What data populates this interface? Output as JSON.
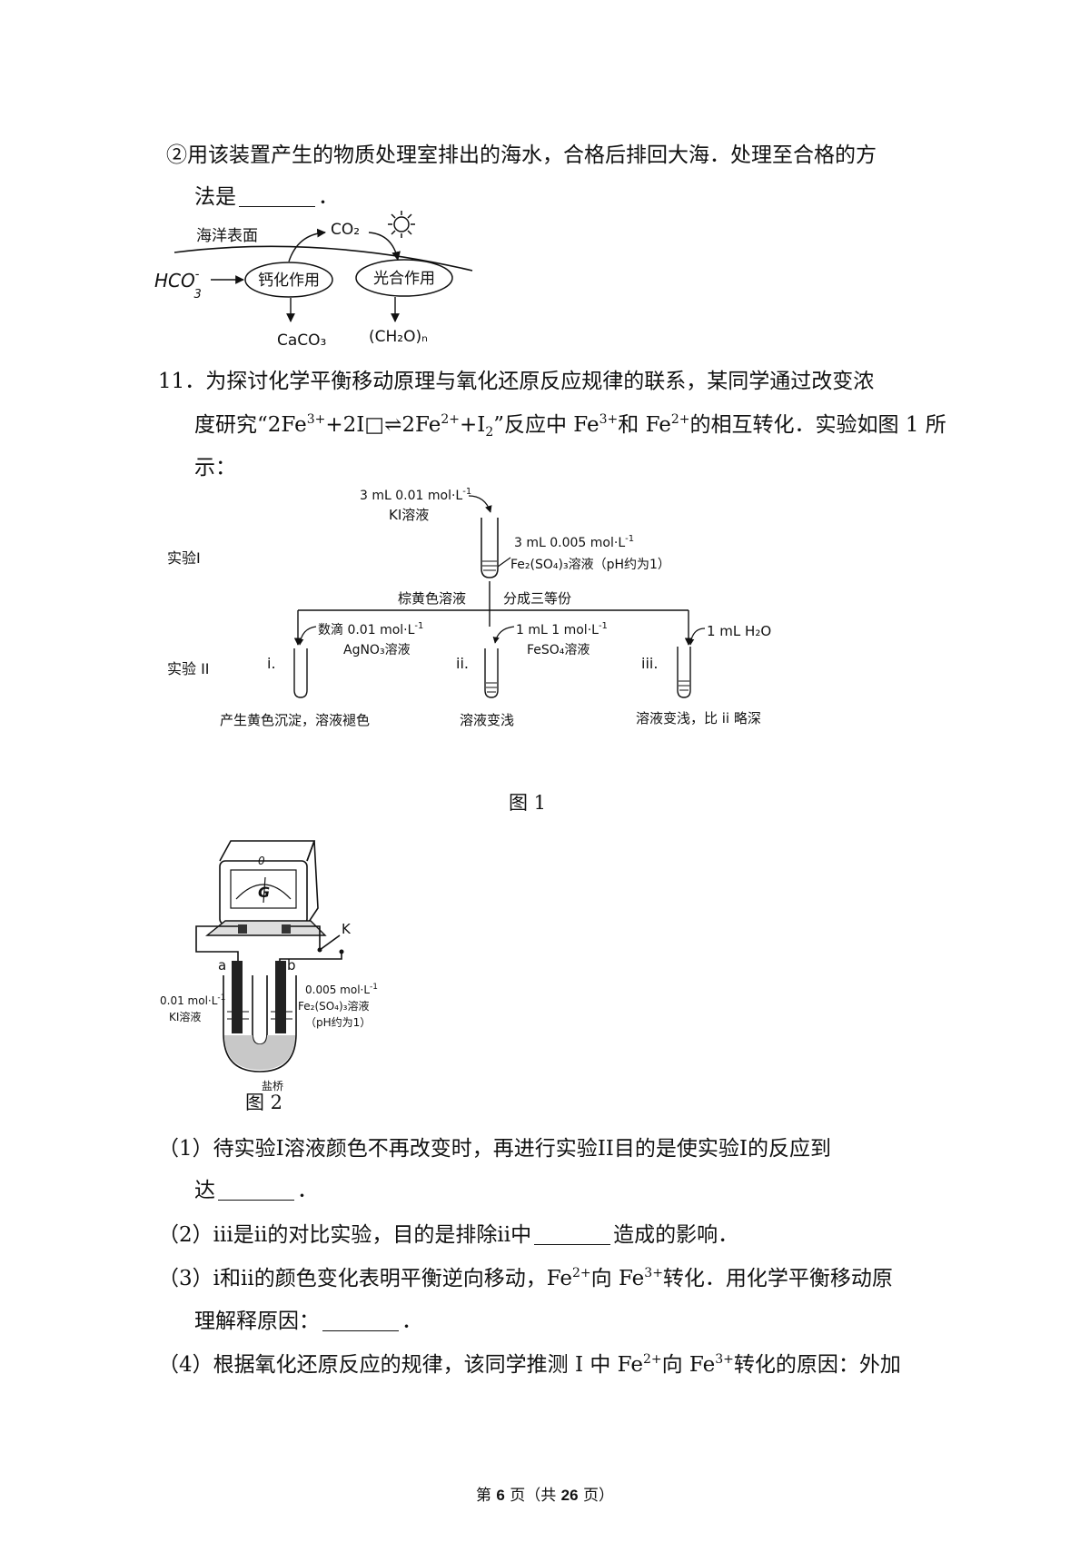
{
  "q10": {
    "item2_line1": "②用该装置产生的物质处理室排出的海水，合格后排回大海．处理至合格的方",
    "item2_line2_pre": "法是",
    "item2_line2_post": "．"
  },
  "diagram_ocean": {
    "surface": "海洋表面",
    "co2": "CO₂",
    "hco3": "HCO",
    "hco3_sup": "-",
    "hco3_sub": "3",
    "calcification": "钙化作用",
    "photosynthesis": "光合作用",
    "caco3": "CaCO₃",
    "ch2o": "(CH₂O)ₙ",
    "sun_icon": "sun-icon"
  },
  "q11": {
    "line1": "11．为探讨化学平衡移动原理与氧化还原反应规律的联系，某同学通过改变浓",
    "line2_a": "度研究“2Fe",
    "line2_sup1": "3+",
    "line2_b": "+2I",
    "line2_missing": "□",
    "line2_c": "⇌2Fe",
    "line2_sup2": "2+",
    "line2_d": "+I",
    "line2_sub": "2",
    "line2_e": "”反应中 Fe",
    "line2_sup3": "3+",
    "line2_f": "和 Fe",
    "line2_sup4": "2+",
    "line2_g": "的相互转化．实验如图 1 所",
    "line3": "示："
  },
  "figure1": {
    "exp1": "实验I",
    "exp2": "实验 II",
    "ki_amount": "3 mL 0.01 mol·L",
    "ki_unit_sup": "-1",
    "ki_name": "KI溶液",
    "fe_amount": "3 mL 0.005 mol·L",
    "fe_unit_sup": "-1",
    "fe_name": "Fe₂(SO₄)₃溶液（pH约为1）",
    "brown": "棕黄色溶液",
    "split": "分成三等份",
    "i_label": "i.",
    "ii_label": "ii.",
    "iii_label": "iii.",
    "ag_amount": "数滴 0.01 mol·L",
    "ag_unit_sup": "-1",
    "ag_name": "AgNO₃溶液",
    "feso4_amount": "1 mL 1 mol·L",
    "feso4_unit_sup": "-1",
    "feso4_name": "FeSO₄溶液",
    "water": "1 mL H₂O",
    "result_i": "产生黄色沉淀，溶液褪色",
    "result_ii": "溶液变浅",
    "result_iii": "溶液变浅，比 ii 略深",
    "caption": "图 1"
  },
  "figure2": {
    "g": "G",
    "zero": "0",
    "k": "K",
    "a": "a",
    "b": "b",
    "left_amount": "0.01 mol·L",
    "left_sup": "-1",
    "left_name": "KI溶液",
    "right_amount": "0.005 mol·L",
    "right_sup": "-1",
    "right_name": "Fe₂(SO₄)₃溶液",
    "right_ph": "（pH约为1）",
    "bridge": "盐桥",
    "caption": "图 2"
  },
  "questions": {
    "q1_line1": "（1）待实验I溶液颜色不再改变时，再进行实验II目的是使实验I的反应到",
    "q1_line2_pre": "达",
    "q1_line2_post": "．",
    "q2_pre": "（2）iii是ii的对比实验，目的是排除ii中",
    "q2_post": "造成的影响．",
    "q3_a": "（3）i和ii的颜色变化表明平衡逆向移动，Fe",
    "q3_sup1": "2+",
    "q3_b": "向 Fe",
    "q3_sup2": "3+",
    "q3_c": "转化．用化学平衡移动原",
    "q3_line2_pre": "理解释原因：",
    "q3_line2_post": "．",
    "q4_a": "（4）根据氧化还原反应的规律，该同学推测 I 中 Fe",
    "q4_sup1": "2+",
    "q4_b": "向 Fe",
    "q4_sup2": "3+",
    "q4_c": "转化的原因：外加"
  },
  "footer": {
    "pre": "第 ",
    "page": "6",
    "mid": " 页（共 ",
    "total": "26",
    "post": " 页）"
  }
}
